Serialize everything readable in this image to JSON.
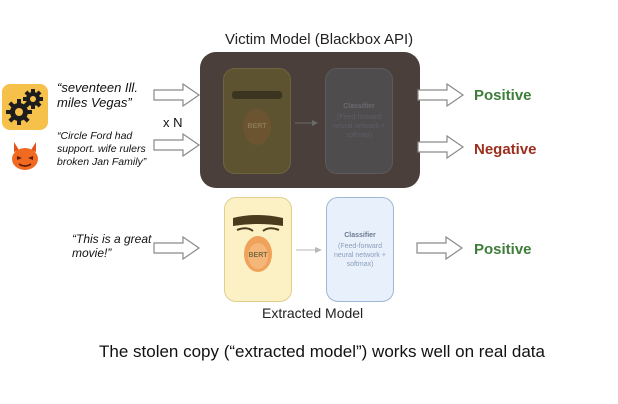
{
  "diagram": {
    "victim_title": "Victim Model (Blackbox API)",
    "extracted_title": "Extracted Model",
    "caption": "The stolen copy (“extracted model”) works well on real data",
    "multiplier": "x N",
    "queries": [
      "“seventeen Ill. miles Vegas”",
      "“Circle Ford had support. wife rulers broken Jan Family”"
    ],
    "real_query": "“This is a great movie!”",
    "victim_outputs": [
      "Positive",
      "Negative"
    ],
    "extracted_output": "Positive",
    "bert_label": "BERT",
    "classifier_title": "Classifier",
    "classifier_desc": "(Feed-forward neural network + softmax)",
    "icons": [
      "gears-icon",
      "devil-icon",
      "bert-character-icon",
      "arrow-icon"
    ],
    "colors": {
      "positive": "#3f7d3a",
      "negative": "#9c2e1c",
      "victim_box": "#4a3f3b",
      "bert_card": "#fbf1c4",
      "classifier_card": "#e8f0fb"
    }
  }
}
